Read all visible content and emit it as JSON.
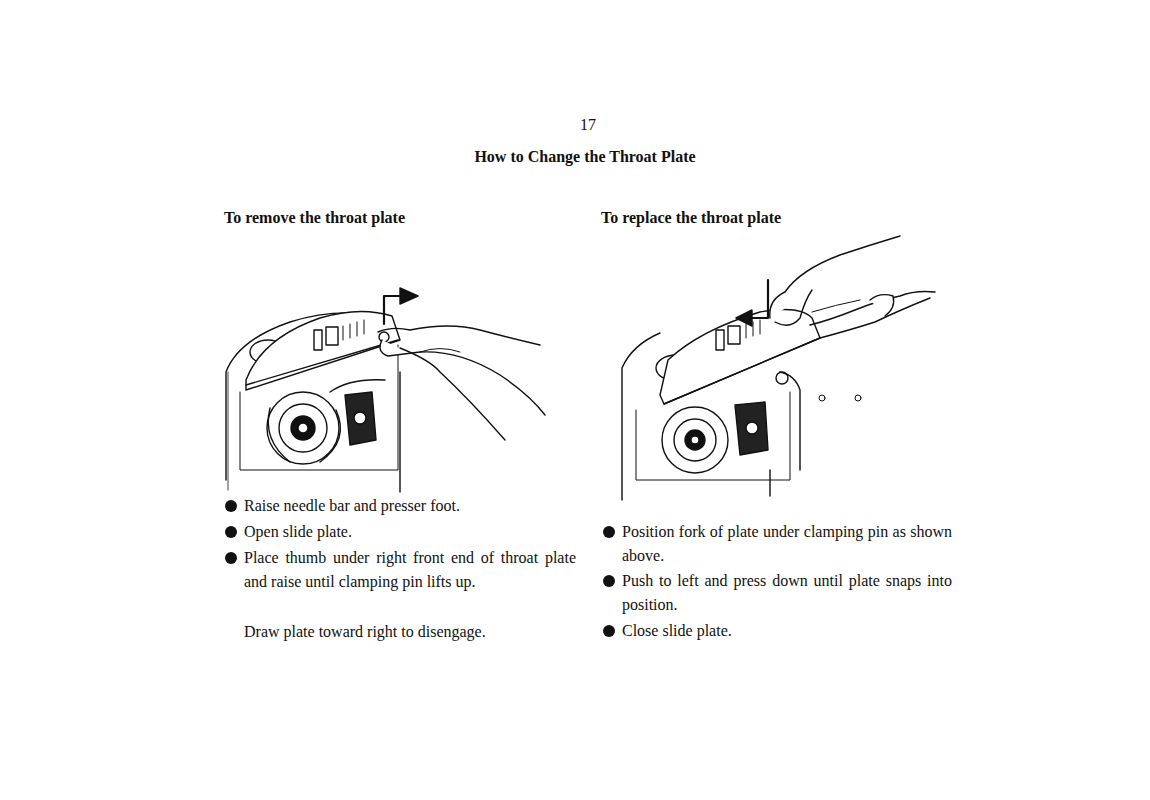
{
  "diagram": {
    "title": "How to Change the Throat Plate",
    "labels": [
      "17",
      "To remove the throat plate",
      "To replace the throat plate",
      "Raise needle bar and presser foot.",
      "Open slide plate.",
      "Place thumb under right front end of throat plate and raise until clamping pin lifts up.",
      "Draw plate toward right to disengage.",
      "Position fork of plate under clamping pin as shown above.",
      "Push to left and press down until plate snaps into position.",
      "Close slide plate."
    ]
  }
}
